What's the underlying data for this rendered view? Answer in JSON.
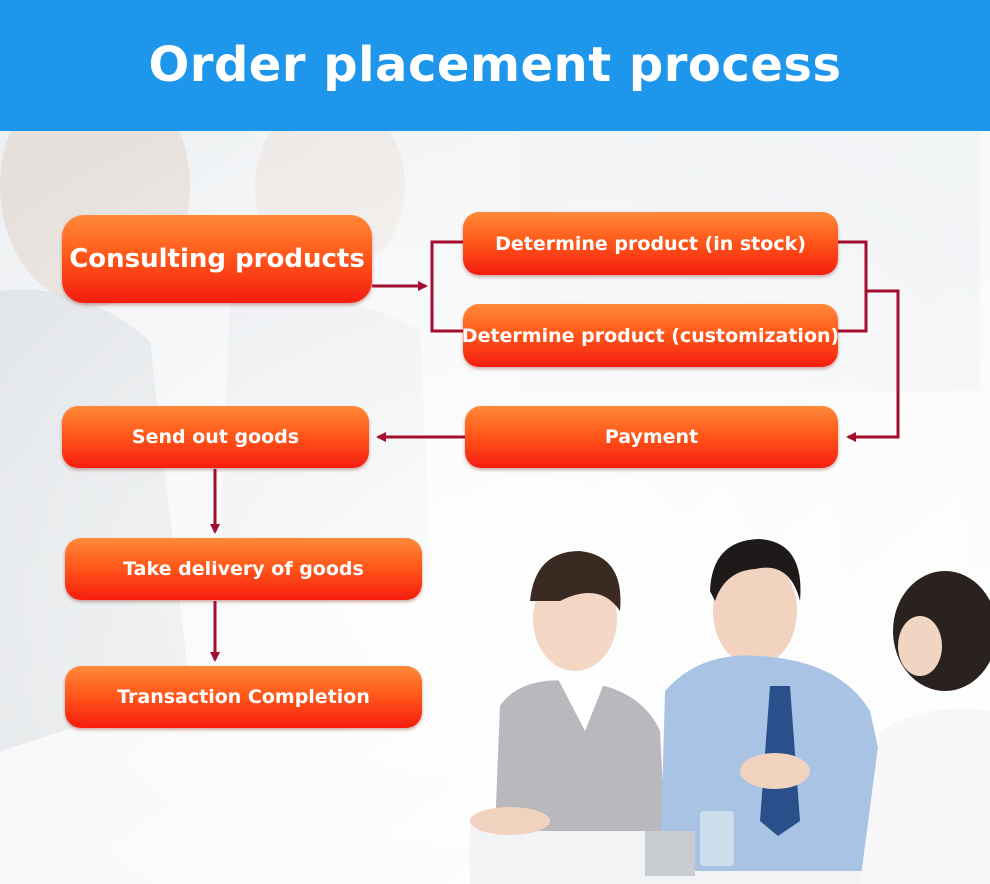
{
  "title": "Order placement process",
  "steps": {
    "consulting": "Consulting products",
    "in_stock": "Determine product (in stock)",
    "customization": "Determine product (customization)",
    "payment": "Payment",
    "send_out": "Send out goods",
    "take_delivery": "Take delivery of goods",
    "completion": "Transaction Completion"
  },
  "colors": {
    "header": "#1e96ec",
    "box_top": "#ff8a3a",
    "box_bottom": "#f51c10",
    "connector": "#a50d2e"
  }
}
